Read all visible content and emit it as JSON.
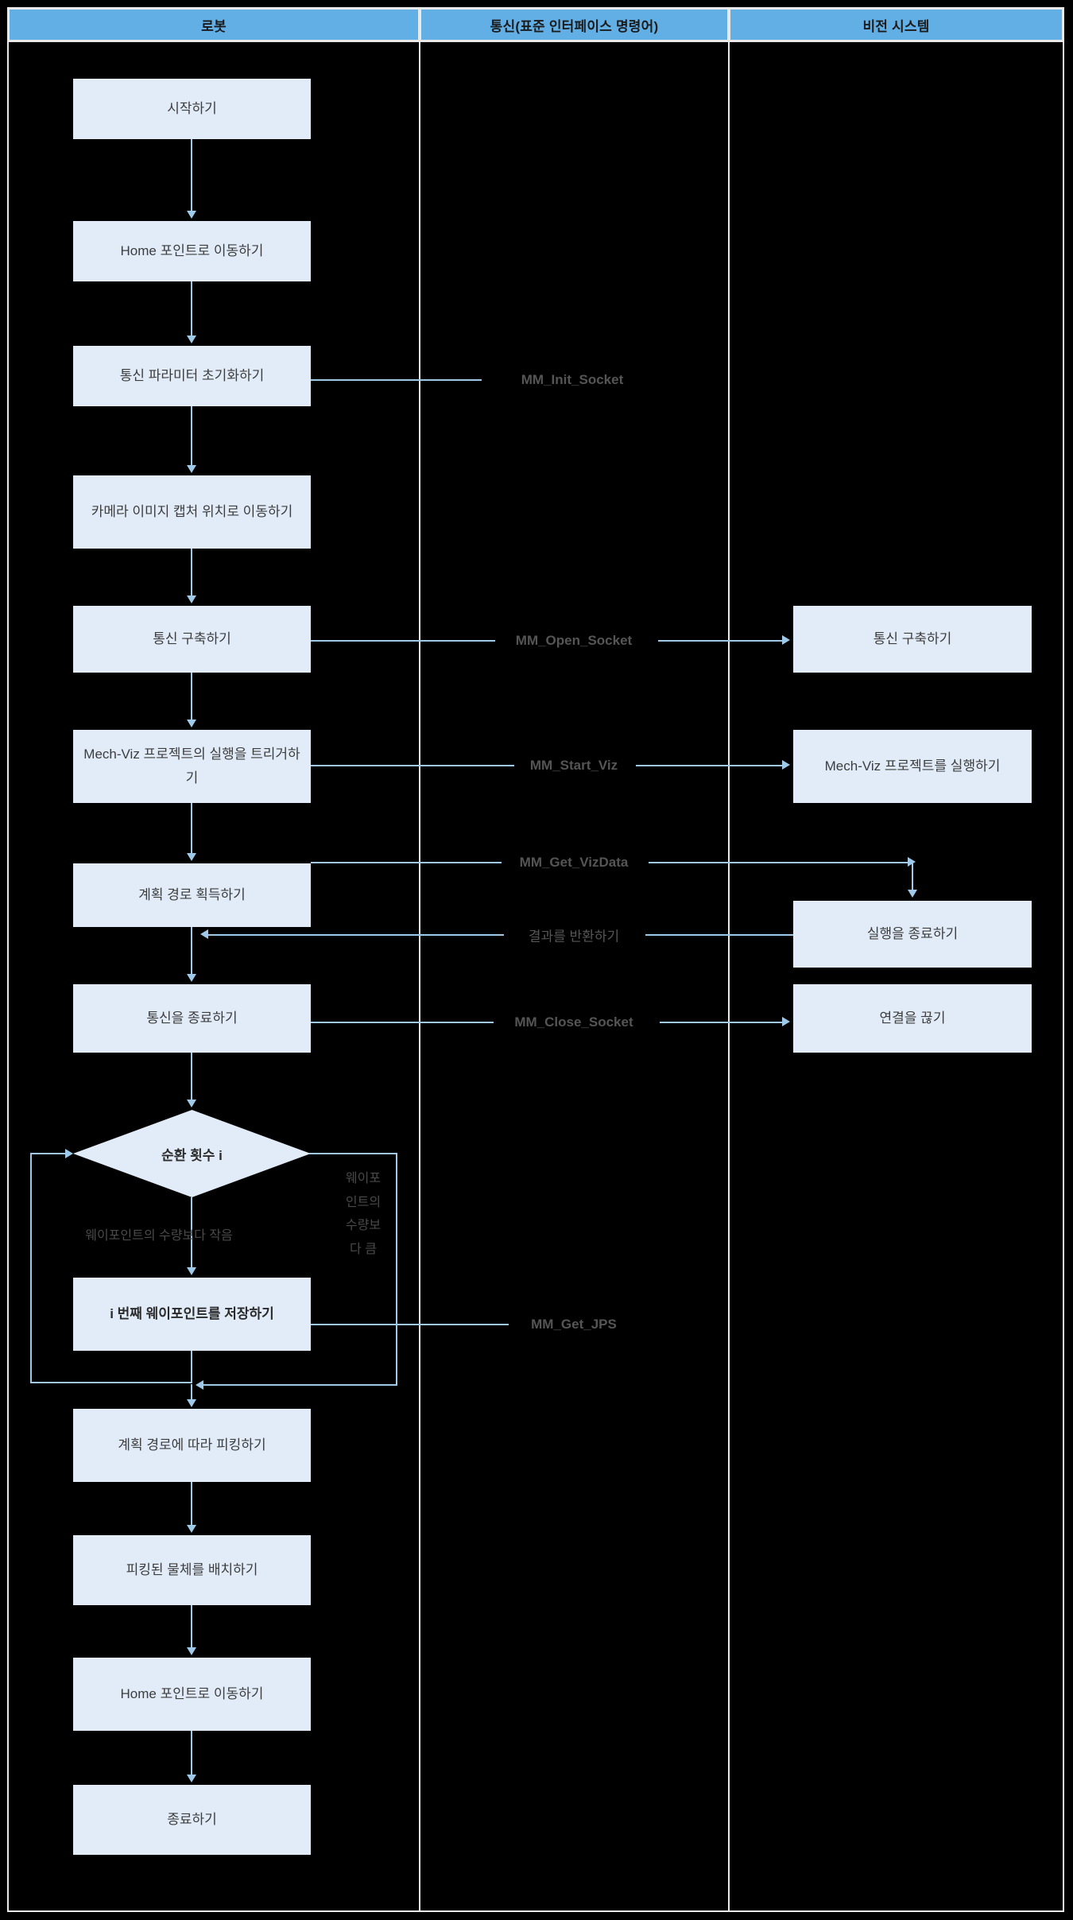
{
  "diagram": {
    "type": "swimlane-flowchart",
    "title_absent": true,
    "lanes": [
      {
        "id": "robot",
        "label": "로봇"
      },
      {
        "id": "comm",
        "label": "통신(표준 인터페이스 명령어)"
      },
      {
        "id": "vision",
        "label": "비전 시스템"
      }
    ],
    "colors": {
      "lane_header_bg": "#62afe6",
      "node_fill": "#e1ecf8",
      "connector": "#9ec9e8",
      "canvas_bg": "#000000",
      "frame_border": "#e9e9e9",
      "node_text": "#3d3d3d",
      "edge_label_text": "#555555"
    },
    "robot_nodes": [
      {
        "id": "start",
        "label": "시작하기"
      },
      {
        "id": "move-home-1",
        "label": "Home 포인트로 이동하기"
      },
      {
        "id": "init-params",
        "label": "통신 파라미터 초기화하기"
      },
      {
        "id": "move-capture",
        "label": "카메라 이미지 캡처 위치로 이동하기"
      },
      {
        "id": "open-comm",
        "label": "통신 구축하기"
      },
      {
        "id": "trigger-viz",
        "label": "Mech-Viz 프로젝트의 실행을 트리거하기"
      },
      {
        "id": "get-path",
        "label": "계획 경로 획득하기"
      },
      {
        "id": "close-comm",
        "label": "통신을 종료하기"
      },
      {
        "id": "loop-check",
        "label": "순환 횟수 i",
        "shape": "diamond"
      },
      {
        "id": "store-wp",
        "label": "i 번째 웨이포인트를 저장하기"
      },
      {
        "id": "pick-path",
        "label": "계획 경로에 따라 피킹하기"
      },
      {
        "id": "place-obj",
        "label": "피킹된 물체를 배치하기"
      },
      {
        "id": "move-home-2",
        "label": "Home 포인트로 이동하기"
      },
      {
        "id": "end",
        "label": "종료하기"
      }
    ],
    "vision_nodes": [
      {
        "id": "v-open-comm",
        "label": "통신 구축하기"
      },
      {
        "id": "v-run-viz",
        "label": "Mech-Viz 프로젝트를 실행하기"
      },
      {
        "id": "v-end-run",
        "label": "실행을 종료하기"
      },
      {
        "id": "v-disconnect",
        "label": "연결을 끊기"
      }
    ],
    "commands": [
      {
        "id": "cmd-init",
        "label": "MM_Init_Socket"
      },
      {
        "id": "cmd-open",
        "label": "MM_Open_Socket"
      },
      {
        "id": "cmd-startviz",
        "label": "MM_Start_Viz"
      },
      {
        "id": "cmd-getviz",
        "label": "MM_Get_VizData"
      },
      {
        "id": "cmd-return",
        "label": "결과를 반환하기"
      },
      {
        "id": "cmd-close",
        "label": "MM_Close_Socket"
      },
      {
        "id": "cmd-getjps",
        "label": "MM_Get_JPS"
      }
    ],
    "branch_labels": {
      "less_than": "웨이포인트의 수량보다 작음",
      "greater_than": "웨이포인트의 수량보다 큼"
    }
  }
}
